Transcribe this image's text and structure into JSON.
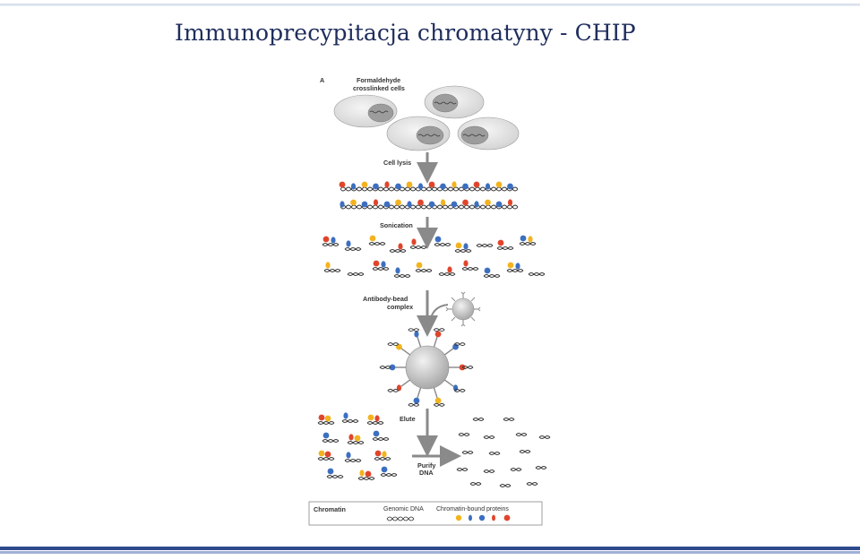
{
  "slide": {
    "title": "Immunoprecypitacja chromatyny - CHIP"
  },
  "figure": {
    "panel_letter": "A",
    "steps": {
      "cells_line1": "Formaldehyde",
      "cells_line2": "crosslinked cells",
      "lysis": "Cell lysis",
      "sonication": "Sonication",
      "antibody_line1": "Antibody-bead",
      "antibody_line2": "complex",
      "elute": "Elute",
      "purify_line1": "Purify",
      "purify_line2": "DNA"
    },
    "legend": {
      "title": "Chromatin",
      "dna_label": "Genomic DNA",
      "proteins_label": "Chromatin-bound proteins"
    }
  },
  "colors": {
    "title_text": "#1f2d5c",
    "protein_red": "#e0452c",
    "protein_blue": "#3c6fc0",
    "protein_yellow": "#f2b31f",
    "bead_gray": "#c7c7c7",
    "arrow_gray": "#8a8a8a",
    "rule_dark": "#2e4a8c"
  }
}
